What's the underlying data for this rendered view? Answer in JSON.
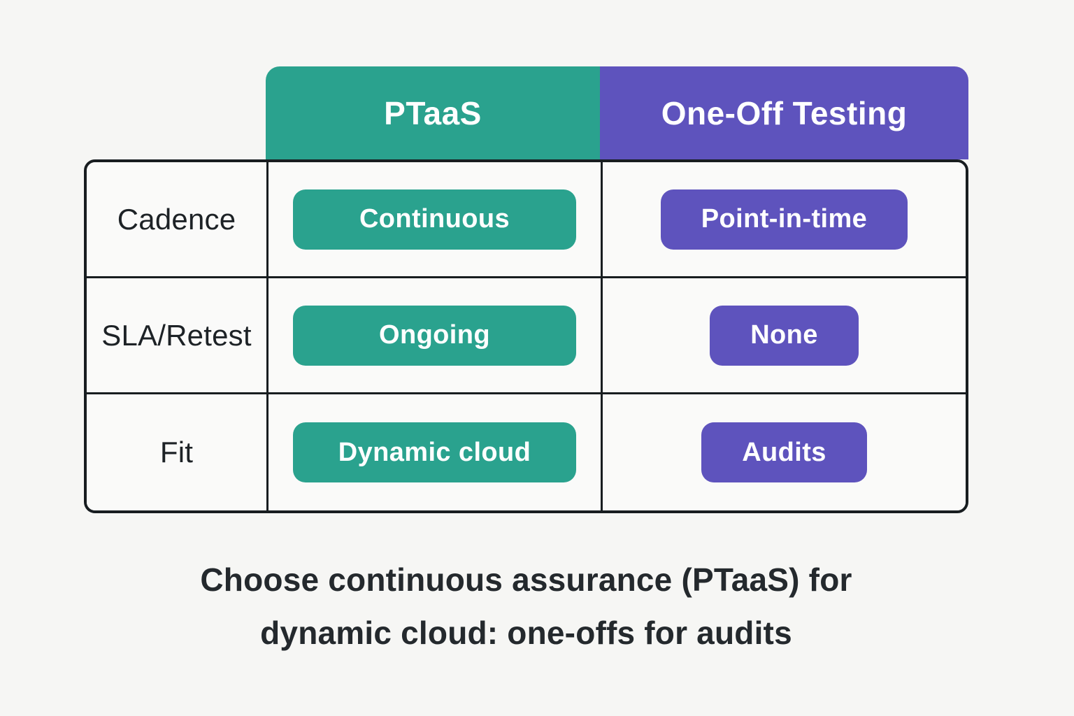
{
  "colors": {
    "bg": "#f6f6f4",
    "cell-bg": "#fafaf9",
    "border": "#181d20",
    "teal": "#2aa28e",
    "purple": "#5e53bd",
    "label-text": "#1d2226",
    "caption-text": "#24292d",
    "pill-text": "#ffffff"
  },
  "table": {
    "columns": [
      {
        "label": "PTaaS"
      },
      {
        "label": "One-Off Testing"
      }
    ],
    "rows": [
      {
        "label": "Cadence",
        "values": [
          "Continuous",
          "Point-in-time"
        ]
      },
      {
        "label": "SLA/Retest",
        "values": [
          "Ongoing",
          "None"
        ]
      },
      {
        "label": "Fit",
        "values": [
          "Dynamic cloud",
          "Audits"
        ]
      }
    ]
  },
  "caption": {
    "lines": [
      "Choose continuous assurance (PTaaS) for",
      "dynamic cloud: one-offs for audits"
    ]
  }
}
